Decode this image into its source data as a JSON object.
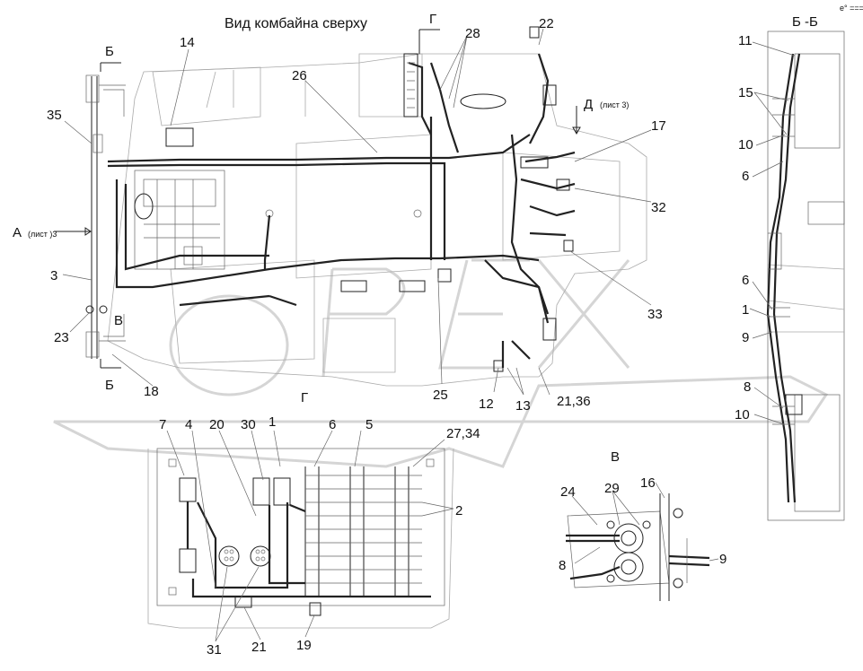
{
  "title": "Вид комбайна сверху",
  "logo_text": "OPEX",
  "corner_mark": "e° ===",
  "section_labels": {
    "bb_top_left": "Б",
    "bb_bottom_left": "Б",
    "g_top": "Г",
    "g_bottom": "Г",
    "v_top": "В",
    "v_detail": "В",
    "bb_section": "Б -Б"
  },
  "view_refs": {
    "a_letter": "А",
    "a_sheet": "(лист )3",
    "d_letter": "Д",
    "d_sheet": "(лист 3)"
  },
  "callouts": {
    "c14": "14",
    "c26": "26",
    "c28": "28",
    "c22": "22",
    "c35": "35",
    "c17": "17",
    "c32": "32",
    "c3": "3",
    "c23": "23",
    "c33": "33",
    "c18": "18",
    "c25": "25",
    "c12": "12",
    "c13": "13",
    "c21_36": "21,36",
    "c11": "11",
    "c15": "15",
    "c10a": "10",
    "c6a": "6",
    "c6b": "6",
    "c1b": "1",
    "c9a": "9",
    "c8a": "8",
    "c10b": "10",
    "c7": "7",
    "c4": "4",
    "c20": "20",
    "c30": "30",
    "c1": "1",
    "c6": "6",
    "c5": "5",
    "c27_34": "27,34",
    "c2": "2",
    "c31": "31",
    "c21": "21",
    "c19": "19",
    "c24": "24",
    "c29": "29",
    "c16": "16",
    "c8b": "8",
    "c9b": "9"
  }
}
